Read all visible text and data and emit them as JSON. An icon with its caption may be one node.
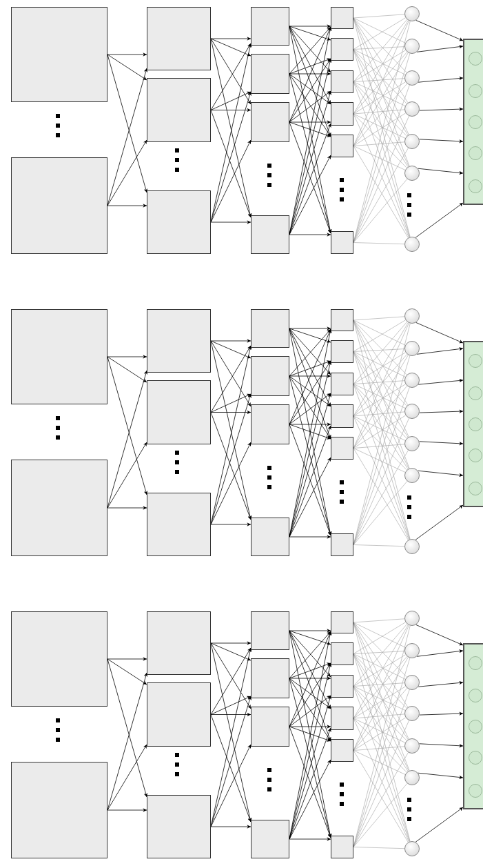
{
  "diagram": {
    "nodes": [
      {
        "text": [],
        "shape": "box"
      },
      {
        "text": [],
        "shape": "box"
      },
      {
        "text": [],
        "shape": "box"
      },
      {
        "text": [],
        "shape": "box"
      },
      {
        "text": [],
        "shape": "box"
      },
      {
        "text": [],
        "shape": "box"
      },
      {
        "text": [],
        "shape": "box"
      },
      {
        "text": [],
        "shape": "box"
      },
      {
        "text": [],
        "shape": "box"
      },
      {
        "text": [],
        "shape": "box"
      },
      {
        "text": [],
        "shape": "box"
      },
      {
        "text": [],
        "shape": "box"
      },
      {
        "text": [],
        "shape": "box"
      },
      {
        "text": [],
        "shape": "box"
      },
      {
        "text": [],
        "shape": "box"
      },
      {
        "text": [],
        "shape": "circle"
      },
      {
        "text": [],
        "shape": "circle"
      },
      {
        "text": [],
        "shape": "circle"
      },
      {
        "text": [],
        "shape": "circle"
      },
      {
        "text": [],
        "shape": "circle"
      },
      {
        "text": [],
        "shape": "circle"
      },
      {
        "text": [],
        "shape": "circle"
      },
      {
        "text": [],
        "shape": "box"
      },
      {
        "text": [],
        "shape": "circle",
        "in": 22
      },
      {
        "text": [],
        "shape": "circle",
        "in": 22
      },
      {
        "text": [],
        "shape": "circle",
        "in": 22
      },
      {
        "text": [],
        "shape": "circle",
        "in": 22
      },
      {
        "text": [],
        "shape": "circle",
        "in": 22
      },
      {
        "text": [],
        "shape": "box"
      },
      {
        "text": [],
        "shape": "box"
      },
      {
        "text": [],
        "shape": "box"
      },
      {
        "text": [],
        "shape": "box"
      },
      {
        "text": [],
        "shape": "box"
      },
      {
        "text": [],
        "shape": "box"
      },
      {
        "text": [],
        "shape": "box"
      },
      {
        "text": [],
        "shape": "box"
      },
      {
        "text": [],
        "shape": "box"
      },
      {
        "text": [],
        "shape": "box"
      },
      {
        "text": [],
        "shape": "box"
      },
      {
        "text": [],
        "shape": "box"
      },
      {
        "text": [],
        "shape": "box"
      },
      {
        "text": [],
        "shape": "box"
      },
      {
        "text": [],
        "shape": "box"
      },
      {
        "text": [],
        "shape": "circle"
      },
      {
        "text": [],
        "shape": "circle"
      },
      {
        "text": [],
        "shape": "circle"
      },
      {
        "text": [],
        "shape": "circle"
      },
      {
        "text": [],
        "shape": "circle"
      },
      {
        "text": [],
        "shape": "circle"
      },
      {
        "text": [],
        "shape": "circle"
      },
      {
        "text": [],
        "shape": "box"
      },
      {
        "text": [],
        "shape": "circle",
        "in": 50
      },
      {
        "text": [],
        "shape": "circle",
        "in": 50
      },
      {
        "text": [],
        "shape": "circle",
        "in": 50
      },
      {
        "text": [],
        "shape": "circle",
        "in": 50
      },
      {
        "text": [],
        "shape": "circle",
        "in": 50
      },
      {
        "text": [],
        "shape": "box"
      },
      {
        "text": [],
        "shape": "box"
      },
      {
        "text": [],
        "shape": "box"
      },
      {
        "text": [],
        "shape": "box"
      },
      {
        "text": [],
        "shape": "box"
      },
      {
        "text": [],
        "shape": "box"
      },
      {
        "text": [],
        "shape": "box"
      },
      {
        "text": [],
        "shape": "box"
      },
      {
        "text": [],
        "shape": "box"
      },
      {
        "text": [],
        "shape": "box"
      },
      {
        "text": [],
        "shape": "box"
      },
      {
        "text": [],
        "shape": "box"
      },
      {
        "text": [],
        "shape": "box"
      },
      {
        "text": [],
        "shape": "box"
      },
      {
        "text": [],
        "shape": "box"
      },
      {
        "text": [],
        "shape": "circle"
      },
      {
        "text": [],
        "shape": "circle"
      },
      {
        "text": [],
        "shape": "circle"
      },
      {
        "text": [],
        "shape": "circle"
      },
      {
        "text": [],
        "shape": "circle"
      },
      {
        "text": [],
        "shape": "circle"
      },
      {
        "text": [],
        "shape": "circle"
      },
      {
        "text": [],
        "shape": "box"
      },
      {
        "text": [],
        "shape": "circle",
        "in": 78
      },
      {
        "text": [],
        "shape": "circle",
        "in": 78
      },
      {
        "text": [],
        "shape": "circle",
        "in": 78
      },
      {
        "text": [],
        "shape": "circle",
        "in": 78
      },
      {
        "text": [],
        "shape": "circle",
        "in": 78
      }
    ],
    "edges": [
      {
        "from": 0,
        "to": 2,
        "arrow": "to"
      },
      {
        "from": 0,
        "to": 3,
        "arrow": "to"
      },
      {
        "from": 0,
        "to": 4,
        "arrow": "to"
      },
      {
        "from": 1,
        "to": 2,
        "arrow": "to"
      },
      {
        "from": 1,
        "to": 3,
        "arrow": "to"
      },
      {
        "from": 1,
        "to": 4,
        "arrow": "to"
      },
      {
        "from": 2,
        "to": 5,
        "arrow": "to"
      },
      {
        "from": 2,
        "to": 6,
        "arrow": "to"
      },
      {
        "from": 2,
        "to": 7,
        "arrow": "to"
      },
      {
        "from": 2,
        "to": 8,
        "arrow": "to"
      },
      {
        "from": 3,
        "to": 5,
        "arrow": "to"
      },
      {
        "from": 3,
        "to": 6,
        "arrow": "to"
      },
      {
        "from": 3,
        "to": 7,
        "arrow": "to"
      },
      {
        "from": 3,
        "to": 8,
        "arrow": "to"
      },
      {
        "from": 4,
        "to": 5,
        "arrow": "to"
      },
      {
        "from": 4,
        "to": 6,
        "arrow": "to"
      },
      {
        "from": 4,
        "to": 7,
        "arrow": "to"
      },
      {
        "from": 4,
        "to": 8,
        "arrow": "to"
      },
      {
        "from": 5,
        "to": 9,
        "arrow": "to"
      },
      {
        "from": 5,
        "to": 10,
        "arrow": "to"
      },
      {
        "from": 5,
        "to": 11,
        "arrow": "to"
      },
      {
        "from": 5,
        "to": 12,
        "arrow": "to"
      },
      {
        "from": 5,
        "to": 13,
        "arrow": "to"
      },
      {
        "from": 5,
        "to": 14,
        "arrow": "to"
      },
      {
        "from": 6,
        "to": 9,
        "arrow": "to"
      },
      {
        "from": 6,
        "to": 10,
        "arrow": "to"
      },
      {
        "from": 6,
        "to": 11,
        "arrow": "to"
      },
      {
        "from": 6,
        "to": 12,
        "arrow": "to"
      },
      {
        "from": 6,
        "to": 13,
        "arrow": "to"
      },
      {
        "from": 6,
        "to": 14,
        "arrow": "to"
      },
      {
        "from": 7,
        "to": 9,
        "arrow": "to"
      },
      {
        "from": 7,
        "to": 10,
        "arrow": "to"
      },
      {
        "from": 7,
        "to": 11,
        "arrow": "to"
      },
      {
        "from": 7,
        "to": 12,
        "arrow": "to"
      },
      {
        "from": 7,
        "to": 13,
        "arrow": "to"
      },
      {
        "from": 7,
        "to": 14,
        "arrow": "to"
      },
      {
        "from": 8,
        "to": 9,
        "arrow": "to"
      },
      {
        "from": 8,
        "to": 10,
        "arrow": "to"
      },
      {
        "from": 8,
        "to": 11,
        "arrow": "to"
      },
      {
        "from": 8,
        "to": 12,
        "arrow": "to"
      },
      {
        "from": 8,
        "to": 13,
        "arrow": "to"
      },
      {
        "from": 8,
        "to": 14,
        "arrow": "to"
      },
      {
        "from": 9,
        "to": 15,
        "arrow": "none",
        "color": "#a0a0a0"
      },
      {
        "from": 9,
        "to": 16,
        "arrow": "none",
        "color": "#a0a0a0"
      },
      {
        "from": 9,
        "to": 17,
        "arrow": "none",
        "color": "#a0a0a0"
      },
      {
        "from": 9,
        "to": 18,
        "arrow": "none",
        "color": "#a0a0a0"
      },
      {
        "from": 9,
        "to": 19,
        "arrow": "none",
        "color": "#a0a0a0"
      },
      {
        "from": 9,
        "to": 20,
        "arrow": "none",
        "color": "#a0a0a0"
      },
      {
        "from": 9,
        "to": 21,
        "arrow": "none",
        "color": "#a0a0a0"
      },
      {
        "from": 10,
        "to": 15,
        "arrow": "none",
        "color": "#a0a0a0"
      },
      {
        "from": 10,
        "to": 16,
        "arrow": "none",
        "color": "#a0a0a0"
      },
      {
        "from": 10,
        "to": 17,
        "arrow": "none",
        "color": "#a0a0a0"
      },
      {
        "from": 10,
        "to": 18,
        "arrow": "none",
        "color": "#a0a0a0"
      },
      {
        "from": 10,
        "to": 19,
        "arrow": "none",
        "color": "#a0a0a0"
      },
      {
        "from": 10,
        "to": 20,
        "arrow": "none",
        "color": "#a0a0a0"
      },
      {
        "from": 10,
        "to": 21,
        "arrow": "none",
        "color": "#a0a0a0"
      },
      {
        "from": 11,
        "to": 15,
        "arrow": "none",
        "color": "#a0a0a0"
      },
      {
        "from": 11,
        "to": 16,
        "arrow": "none",
        "color": "#a0a0a0"
      },
      {
        "from": 11,
        "to": 17,
        "arrow": "none",
        "color": "#a0a0a0"
      },
      {
        "from": 11,
        "to": 18,
        "arrow": "none",
        "color": "#a0a0a0"
      },
      {
        "from": 11,
        "to": 19,
        "arrow": "none",
        "color": "#a0a0a0"
      },
      {
        "from": 11,
        "to": 20,
        "arrow": "none",
        "color": "#a0a0a0"
      },
      {
        "from": 11,
        "to": 21,
        "arrow": "none",
        "color": "#a0a0a0"
      },
      {
        "from": 12,
        "to": 15,
        "arrow": "none",
        "color": "#a0a0a0"
      },
      {
        "from": 12,
        "to": 16,
        "arrow": "none",
        "color": "#a0a0a0"
      },
      {
        "from": 12,
        "to": 17,
        "arrow": "none",
        "color": "#a0a0a0"
      },
      {
        "from": 12,
        "to": 18,
        "arrow": "none",
        "color": "#a0a0a0"
      },
      {
        "from": 12,
        "to": 19,
        "arrow": "none",
        "color": "#a0a0a0"
      },
      {
        "from": 12,
        "to": 20,
        "arrow": "none",
        "color": "#a0a0a0"
      },
      {
        "from": 12,
        "to": 21,
        "arrow": "none",
        "color": "#a0a0a0"
      },
      {
        "from": 13,
        "to": 15,
        "arrow": "none",
        "color": "#a0a0a0"
      },
      {
        "from": 13,
        "to": 16,
        "arrow": "none",
        "color": "#a0a0a0"
      },
      {
        "from": 13,
        "to": 17,
        "arrow": "none",
        "color": "#a0a0a0"
      },
      {
        "from": 13,
        "to": 18,
        "arrow": "none",
        "color": "#a0a0a0"
      },
      {
        "from": 13,
        "to": 19,
        "arrow": "none",
        "color": "#a0a0a0"
      },
      {
        "from": 13,
        "to": 20,
        "arrow": "none",
        "color": "#a0a0a0"
      },
      {
        "from": 13,
        "to": 21,
        "arrow": "none",
        "color": "#a0a0a0"
      },
      {
        "from": 14,
        "to": 15,
        "arrow": "none",
        "color": "#a0a0a0"
      },
      {
        "from": 14,
        "to": 16,
        "arrow": "none",
        "color": "#a0a0a0"
      },
      {
        "from": 14,
        "to": 17,
        "arrow": "none",
        "color": "#a0a0a0"
      },
      {
        "from": 14,
        "to": 18,
        "arrow": "none",
        "color": "#a0a0a0"
      },
      {
        "from": 14,
        "to": 19,
        "arrow": "none",
        "color": "#a0a0a0"
      },
      {
        "from": 14,
        "to": 20,
        "arrow": "none",
        "color": "#a0a0a0"
      },
      {
        "from": 14,
        "to": 21,
        "arrow": "none",
        "color": "#a0a0a0"
      },
      {
        "from": 15,
        "to": 22,
        "arrow": "to"
      },
      {
        "from": 16,
        "to": 22,
        "arrow": "to"
      },
      {
        "from": 17,
        "to": 22,
        "arrow": "to"
      },
      {
        "from": 18,
        "to": 22,
        "arrow": "to"
      },
      {
        "from": 19,
        "to": 22,
        "arrow": "to"
      },
      {
        "from": 20,
        "to": 22,
        "arrow": "to"
      },
      {
        "from": 21,
        "to": 22,
        "arrow": "to"
      },
      {
        "from": 28,
        "to": 30,
        "arrow": "to"
      },
      {
        "from": 28,
        "to": 31,
        "arrow": "to"
      },
      {
        "from": 28,
        "to": 32,
        "arrow": "to"
      },
      {
        "from": 29,
        "to": 30,
        "arrow": "to"
      },
      {
        "from": 29,
        "to": 31,
        "arrow": "to"
      },
      {
        "from": 29,
        "to": 32,
        "arrow": "to"
      },
      {
        "from": 30,
        "to": 33,
        "arrow": "to"
      },
      {
        "from": 30,
        "to": 34,
        "arrow": "to"
      },
      {
        "from": 30,
        "to": 35,
        "arrow": "to"
      },
      {
        "from": 30,
        "to": 36,
        "arrow": "to"
      },
      {
        "from": 31,
        "to": 33,
        "arrow": "to"
      },
      {
        "from": 31,
        "to": 34,
        "arrow": "to"
      },
      {
        "from": 31,
        "to": 35,
        "arrow": "to"
      },
      {
        "from": 31,
        "to": 36,
        "arrow": "to"
      },
      {
        "from": 32,
        "to": 33,
        "arrow": "to"
      },
      {
        "from": 32,
        "to": 34,
        "arrow": "to"
      },
      {
        "from": 32,
        "to": 35,
        "arrow": "to"
      },
      {
        "from": 32,
        "to": 36,
        "arrow": "to"
      },
      {
        "from": 33,
        "to": 37,
        "arrow": "to"
      },
      {
        "from": 33,
        "to": 38,
        "arrow": "to"
      },
      {
        "from": 33,
        "to": 39,
        "arrow": "to"
      },
      {
        "from": 33,
        "to": 40,
        "arrow": "to"
      },
      {
        "from": 33,
        "to": 41,
        "arrow": "to"
      },
      {
        "from": 33,
        "to": 42,
        "arrow": "to"
      },
      {
        "from": 34,
        "to": 37,
        "arrow": "to"
      },
      {
        "from": 34,
        "to": 38,
        "arrow": "to"
      },
      {
        "from": 34,
        "to": 39,
        "arrow": "to"
      },
      {
        "from": 34,
        "to": 40,
        "arrow": "to"
      },
      {
        "from": 34,
        "to": 41,
        "arrow": "to"
      },
      {
        "from": 34,
        "to": 42,
        "arrow": "to"
      },
      {
        "from": 35,
        "to": 37,
        "arrow": "to"
      },
      {
        "from": 35,
        "to": 38,
        "arrow": "to"
      },
      {
        "from": 35,
        "to": 39,
        "arrow": "to"
      },
      {
        "from": 35,
        "to": 40,
        "arrow": "to"
      },
      {
        "from": 35,
        "to": 41,
        "arrow": "to"
      },
      {
        "from": 35,
        "to": 42,
        "arrow": "to"
      },
      {
        "from": 36,
        "to": 37,
        "arrow": "to"
      },
      {
        "from": 36,
        "to": 38,
        "arrow": "to"
      },
      {
        "from": 36,
        "to": 39,
        "arrow": "to"
      },
      {
        "from": 36,
        "to": 40,
        "arrow": "to"
      },
      {
        "from": 36,
        "to": 41,
        "arrow": "to"
      },
      {
        "from": 36,
        "to": 42,
        "arrow": "to"
      },
      {
        "from": 37,
        "to": 43,
        "arrow": "none",
        "color": "#a0a0a0"
      },
      {
        "from": 37,
        "to": 44,
        "arrow": "none",
        "color": "#a0a0a0"
      },
      {
        "from": 37,
        "to": 45,
        "arrow": "none",
        "color": "#a0a0a0"
      },
      {
        "from": 37,
        "to": 46,
        "arrow": "none",
        "color": "#a0a0a0"
      },
      {
        "from": 37,
        "to": 47,
        "arrow": "none",
        "color": "#a0a0a0"
      },
      {
        "from": 37,
        "to": 48,
        "arrow": "none",
        "color": "#a0a0a0"
      },
      {
        "from": 37,
        "to": 49,
        "arrow": "none",
        "color": "#a0a0a0"
      },
      {
        "from": 38,
        "to": 43,
        "arrow": "none",
        "color": "#a0a0a0"
      },
      {
        "from": 38,
        "to": 44,
        "arrow": "none",
        "color": "#a0a0a0"
      },
      {
        "from": 38,
        "to": 45,
        "arrow": "none",
        "color": "#a0a0a0"
      },
      {
        "from": 38,
        "to": 46,
        "arrow": "none",
        "color": "#a0a0a0"
      },
      {
        "from": 38,
        "to": 47,
        "arrow": "none",
        "color": "#a0a0a0"
      },
      {
        "from": 38,
        "to": 48,
        "arrow": "none",
        "color": "#a0a0a0"
      },
      {
        "from": 38,
        "to": 49,
        "arrow": "none",
        "color": "#a0a0a0"
      },
      {
        "from": 39,
        "to": 43,
        "arrow": "none",
        "color": "#a0a0a0"
      },
      {
        "from": 39,
        "to": 44,
        "arrow": "none",
        "color": "#a0a0a0"
      },
      {
        "from": 39,
        "to": 45,
        "arrow": "none",
        "color": "#a0a0a0"
      },
      {
        "from": 39,
        "to": 46,
        "arrow": "none",
        "color": "#a0a0a0"
      },
      {
        "from": 39,
        "to": 47,
        "arrow": "none",
        "color": "#a0a0a0"
      },
      {
        "from": 39,
        "to": 48,
        "arrow": "none",
        "color": "#a0a0a0"
      },
      {
        "from": 39,
        "to": 49,
        "arrow": "none",
        "color": "#a0a0a0"
      },
      {
        "from": 40,
        "to": 43,
        "arrow": "none",
        "color": "#a0a0a0"
      },
      {
        "from": 40,
        "to": 44,
        "arrow": "none",
        "color": "#a0a0a0"
      },
      {
        "from": 40,
        "to": 45,
        "arrow": "none",
        "color": "#a0a0a0"
      },
      {
        "from": 40,
        "to": 46,
        "arrow": "none",
        "color": "#a0a0a0"
      },
      {
        "from": 40,
        "to": 47,
        "arrow": "none",
        "color": "#a0a0a0"
      },
      {
        "from": 40,
        "to": 48,
        "arrow": "none",
        "color": "#a0a0a0"
      },
      {
        "from": 40,
        "to": 49,
        "arrow": "none",
        "color": "#a0a0a0"
      },
      {
        "from": 41,
        "to": 43,
        "arrow": "none",
        "color": "#a0a0a0"
      },
      {
        "from": 41,
        "to": 44,
        "arrow": "none",
        "color": "#a0a0a0"
      },
      {
        "from": 41,
        "to": 45,
        "arrow": "none",
        "color": "#a0a0a0"
      },
      {
        "from": 41,
        "to": 46,
        "arrow": "none",
        "color": "#a0a0a0"
      },
      {
        "from": 41,
        "to": 47,
        "arrow": "none",
        "color": "#a0a0a0"
      },
      {
        "from": 41,
        "to": 48,
        "arrow": "none",
        "color": "#a0a0a0"
      },
      {
        "from": 41,
        "to": 49,
        "arrow": "none",
        "color": "#a0a0a0"
      },
      {
        "from": 42,
        "to": 43,
        "arrow": "none",
        "color": "#a0a0a0"
      },
      {
        "from": 42,
        "to": 44,
        "arrow": "none",
        "color": "#a0a0a0"
      },
      {
        "from": 42,
        "to": 45,
        "arrow": "none",
        "color": "#a0a0a0"
      },
      {
        "from": 42,
        "to": 46,
        "arrow": "none",
        "color": "#a0a0a0"
      },
      {
        "from": 42,
        "to": 47,
        "arrow": "none",
        "color": "#a0a0a0"
      },
      {
        "from": 42,
        "to": 48,
        "arrow": "none",
        "color": "#a0a0a0"
      },
      {
        "from": 42,
        "to": 49,
        "arrow": "none",
        "color": "#a0a0a0"
      },
      {
        "from": 43,
        "to": 50,
        "arrow": "to"
      },
      {
        "from": 44,
        "to": 50,
        "arrow": "to"
      },
      {
        "from": 45,
        "to": 50,
        "arrow": "to"
      },
      {
        "from": 46,
        "to": 50,
        "arrow": "to"
      },
      {
        "from": 47,
        "to": 50,
        "arrow": "to"
      },
      {
        "from": 48,
        "to": 50,
        "arrow": "to"
      },
      {
        "from": 49,
        "to": 50,
        "arrow": "to"
      },
      {
        "from": 56,
        "to": 58,
        "arrow": "to"
      },
      {
        "from": 56,
        "to": 59,
        "arrow": "to"
      },
      {
        "from": 56,
        "to": 60,
        "arrow": "to"
      },
      {
        "from": 57,
        "to": 58,
        "arrow": "to"
      },
      {
        "from": 57,
        "to": 59,
        "arrow": "to"
      },
      {
        "from": 57,
        "to": 60,
        "arrow": "to"
      },
      {
        "from": 58,
        "to": 61,
        "arrow": "to"
      },
      {
        "from": 58,
        "to": 62,
        "arrow": "to"
      },
      {
        "from": 58,
        "to": 63,
        "arrow": "to"
      },
      {
        "from": 58,
        "to": 64,
        "arrow": "to"
      },
      {
        "from": 59,
        "to": 61,
        "arrow": "to"
      },
      {
        "from": 59,
        "to": 62,
        "arrow": "to"
      },
      {
        "from": 59,
        "to": 63,
        "arrow": "to"
      },
      {
        "from": 59,
        "to": 64,
        "arrow": "to"
      },
      {
        "from": 60,
        "to": 61,
        "arrow": "to"
      },
      {
        "from": 60,
        "to": 62,
        "arrow": "to"
      },
      {
        "from": 60,
        "to": 63,
        "arrow": "to"
      },
      {
        "from": 60,
        "to": 64,
        "arrow": "to"
      },
      {
        "from": 61,
        "to": 65,
        "arrow": "to"
      },
      {
        "from": 61,
        "to": 66,
        "arrow": "to"
      },
      {
        "from": 61,
        "to": 67,
        "arrow": "to"
      },
      {
        "from": 61,
        "to": 68,
        "arrow": "to"
      },
      {
        "from": 61,
        "to": 69,
        "arrow": "to"
      },
      {
        "from": 61,
        "to": 70,
        "arrow": "to"
      },
      {
        "from": 62,
        "to": 65,
        "arrow": "to"
      },
      {
        "from": 62,
        "to": 66,
        "arrow": "to"
      },
      {
        "from": 62,
        "to": 67,
        "arrow": "to"
      },
      {
        "from": 62,
        "to": 68,
        "arrow": "to"
      },
      {
        "from": 62,
        "to": 69,
        "arrow": "to"
      },
      {
        "from": 62,
        "to": 70,
        "arrow": "to"
      },
      {
        "from": 63,
        "to": 65,
        "arrow": "to"
      },
      {
        "from": 63,
        "to": 66,
        "arrow": "to"
      },
      {
        "from": 63,
        "to": 67,
        "arrow": "to"
      },
      {
        "from": 63,
        "to": 68,
        "arrow": "to"
      },
      {
        "from": 63,
        "to": 69,
        "arrow": "to"
      },
      {
        "from": 63,
        "to": 70,
        "arrow": "to"
      },
      {
        "from": 64,
        "to": 65,
        "arrow": "to"
      },
      {
        "from": 64,
        "to": 66,
        "arrow": "to"
      },
      {
        "from": 64,
        "to": 67,
        "arrow": "to"
      },
      {
        "from": 64,
        "to": 68,
        "arrow": "to"
      },
      {
        "from": 64,
        "to": 69,
        "arrow": "to"
      },
      {
        "from": 64,
        "to": 70,
        "arrow": "to"
      },
      {
        "from": 65,
        "to": 71,
        "arrow": "none",
        "color": "#a0a0a0"
      },
      {
        "from": 65,
        "to": 72,
        "arrow": "none",
        "color": "#a0a0a0"
      },
      {
        "from": 65,
        "to": 73,
        "arrow": "none",
        "color": "#a0a0a0"
      },
      {
        "from": 65,
        "to": 74,
        "arrow": "none",
        "color": "#a0a0a0"
      },
      {
        "from": 65,
        "to": 75,
        "arrow": "none",
        "color": "#a0a0a0"
      },
      {
        "from": 65,
        "to": 76,
        "arrow": "none",
        "color": "#a0a0a0"
      },
      {
        "from": 65,
        "to": 77,
        "arrow": "none",
        "color": "#a0a0a0"
      },
      {
        "from": 66,
        "to": 71,
        "arrow": "none",
        "color": "#a0a0a0"
      },
      {
        "from": 66,
        "to": 72,
        "arrow": "none",
        "color": "#a0a0a0"
      },
      {
        "from": 66,
        "to": 73,
        "arrow": "none",
        "color": "#a0a0a0"
      },
      {
        "from": 66,
        "to": 74,
        "arrow": "none",
        "color": "#a0a0a0"
      },
      {
        "from": 66,
        "to": 75,
        "arrow": "none",
        "color": "#a0a0a0"
      },
      {
        "from": 66,
        "to": 76,
        "arrow": "none",
        "color": "#a0a0a0"
      },
      {
        "from": 66,
        "to": 77,
        "arrow": "none",
        "color": "#a0a0a0"
      },
      {
        "from": 67,
        "to": 71,
        "arrow": "none",
        "color": "#a0a0a0"
      },
      {
        "from": 67,
        "to": 72,
        "arrow": "none",
        "color": "#a0a0a0"
      },
      {
        "from": 67,
        "to": 73,
        "arrow": "none",
        "color": "#a0a0a0"
      },
      {
        "from": 67,
        "to": 74,
        "arrow": "none",
        "color": "#a0a0a0"
      },
      {
        "from": 67,
        "to": 75,
        "arrow": "none",
        "color": "#a0a0a0"
      },
      {
        "from": 67,
        "to": 76,
        "arrow": "none",
        "color": "#a0a0a0"
      },
      {
        "from": 67,
        "to": 77,
        "arrow": "none",
        "color": "#a0a0a0"
      },
      {
        "from": 68,
        "to": 71,
        "arrow": "none",
        "color": "#a0a0a0"
      },
      {
        "from": 68,
        "to": 72,
        "arrow": "none",
        "color": "#a0a0a0"
      },
      {
        "from": 68,
        "to": 73,
        "arrow": "none",
        "color": "#a0a0a0"
      },
      {
        "from": 68,
        "to": 74,
        "arrow": "none",
        "color": "#a0a0a0"
      },
      {
        "from": 68,
        "to": 75,
        "arrow": "none",
        "color": "#a0a0a0"
      },
      {
        "from": 68,
        "to": 76,
        "arrow": "none",
        "color": "#a0a0a0"
      },
      {
        "from": 68,
        "to": 77,
        "arrow": "none",
        "color": "#a0a0a0"
      },
      {
        "from": 69,
        "to": 71,
        "arrow": "none",
        "color": "#a0a0a0"
      },
      {
        "from": 69,
        "to": 72,
        "arrow": "none",
        "color": "#a0a0a0"
      },
      {
        "from": 69,
        "to": 73,
        "arrow": "none",
        "color": "#a0a0a0"
      },
      {
        "from": 69,
        "to": 74,
        "arrow": "none",
        "color": "#a0a0a0"
      },
      {
        "from": 69,
        "to": 75,
        "arrow": "none",
        "color": "#a0a0a0"
      },
      {
        "from": 69,
        "to": 76,
        "arrow": "none",
        "color": "#a0a0a0"
      },
      {
        "from": 69,
        "to": 77,
        "arrow": "none",
        "color": "#a0a0a0"
      },
      {
        "from": 70,
        "to": 71,
        "arrow": "none",
        "color": "#a0a0a0"
      },
      {
        "from": 70,
        "to": 72,
        "arrow": "none",
        "color": "#a0a0a0"
      },
      {
        "from": 70,
        "to": 73,
        "arrow": "none",
        "color": "#a0a0a0"
      },
      {
        "from": 70,
        "to": 74,
        "arrow": "none",
        "color": "#a0a0a0"
      },
      {
        "from": 70,
        "to": 75,
        "arrow": "none",
        "color": "#a0a0a0"
      },
      {
        "from": 70,
        "to": 76,
        "arrow": "none",
        "color": "#a0a0a0"
      },
      {
        "from": 70,
        "to": 77,
        "arrow": "none",
        "color": "#a0a0a0"
      },
      {
        "from": 71,
        "to": 78,
        "arrow": "to"
      },
      {
        "from": 72,
        "to": 78,
        "arrow": "to"
      },
      {
        "from": 73,
        "to": 78,
        "arrow": "to"
      },
      {
        "from": 74,
        "to": 78,
        "arrow": "to"
      },
      {
        "from": 75,
        "to": 78,
        "arrow": "to"
      },
      {
        "from": 76,
        "to": 78,
        "arrow": "to"
      },
      {
        "from": 77,
        "to": 78,
        "arrow": "to"
      }
    ]
  }
}
